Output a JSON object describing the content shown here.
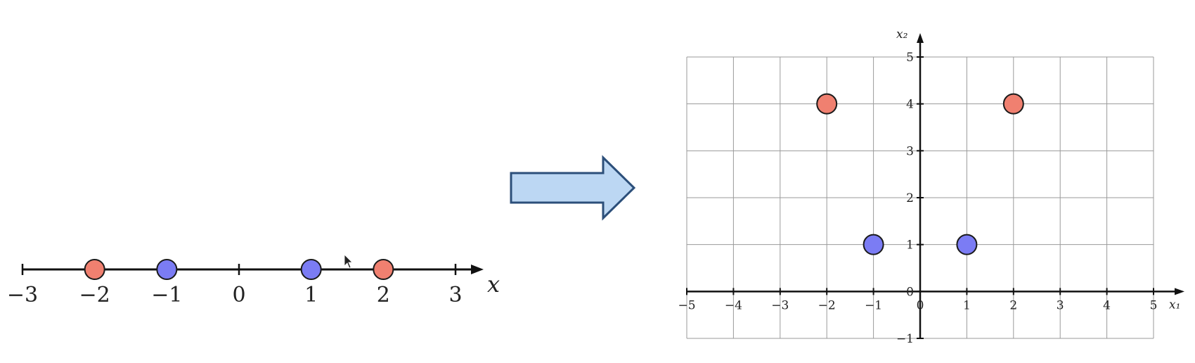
{
  "colors": {
    "red_point": "#f08070",
    "blue_point": "#7b7cf4",
    "axis": "#111111",
    "grid": "#9a9a9a",
    "arrow_fill": "#bcd7f3",
    "arrow_stroke": "#2c4f7a"
  },
  "chart_data": [
    {
      "type": "scatter",
      "title": "",
      "xlabel": "x",
      "ylabel": "",
      "xlim": [
        -3,
        3
      ],
      "x_ticks": [
        -3,
        -2,
        -1,
        0,
        1,
        2,
        3
      ],
      "x_tick_labels": [
        "−3",
        "−2",
        "−1",
        "0",
        "1",
        "2",
        "3"
      ],
      "grid": false,
      "series": [
        {
          "color": "red",
          "points": [
            [
              -2,
              0
            ],
            [
              2,
              0
            ]
          ]
        },
        {
          "color": "blue",
          "points": [
            [
              -1,
              0
            ],
            [
              1,
              0
            ]
          ]
        }
      ]
    },
    {
      "type": "scatter",
      "title": "",
      "xlabel": "x₁",
      "ylabel": "x₂",
      "xlim": [
        -5,
        5
      ],
      "ylim": [
        -1,
        5
      ],
      "x_ticks": [
        -5,
        -4,
        -3,
        -2,
        -1,
        0,
        1,
        2,
        3,
        4,
        5
      ],
      "x_tick_labels": [
        "−5",
        "−4",
        "−3",
        "−2",
        "−1",
        "0",
        "1",
        "2",
        "3",
        "4",
        "5"
      ],
      "y_ticks": [
        -1,
        0,
        1,
        2,
        3,
        4,
        5
      ],
      "y_tick_labels": [
        "−1",
        "0",
        "1",
        "2",
        "3",
        "4",
        "5"
      ],
      "grid": true,
      "series": [
        {
          "color": "red",
          "points": [
            [
              -2,
              4
            ],
            [
              2,
              4
            ]
          ]
        },
        {
          "color": "blue",
          "points": [
            [
              -1,
              1
            ],
            [
              1,
              1
            ]
          ]
        }
      ]
    }
  ],
  "transform_arrow": {
    "icon": "right-arrow-icon"
  }
}
